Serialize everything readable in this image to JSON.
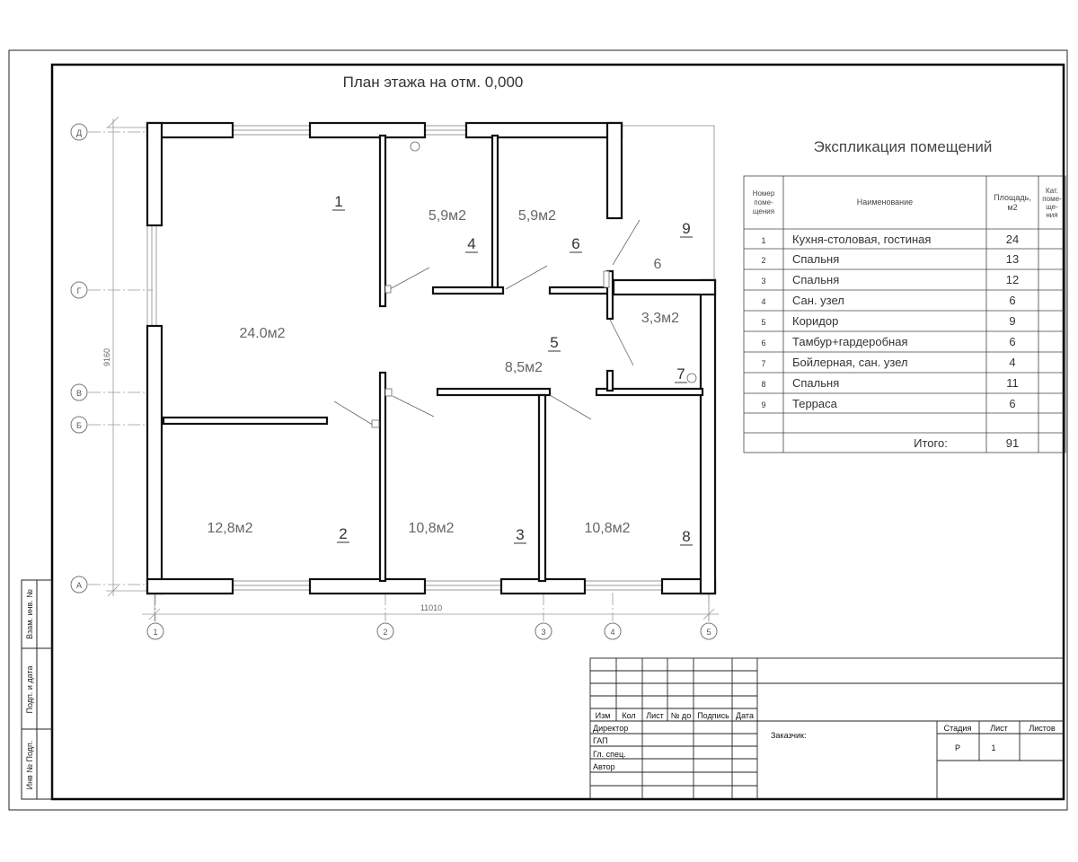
{
  "plan_title": "План этажа на отм. 0,000",
  "axes": {
    "rows": [
      "Д",
      "Г",
      "В",
      "Б",
      "А"
    ],
    "cols": [
      "1",
      "2",
      "3",
      "4",
      "5"
    ]
  },
  "dimensions": {
    "height": "9160",
    "width": "11010"
  },
  "rooms": [
    {
      "number": "1",
      "area": "24.0м2"
    },
    {
      "number": "2",
      "area": "12,8м2"
    },
    {
      "number": "3",
      "area": "10,8м2"
    },
    {
      "number": "4",
      "area": "5,9м2"
    },
    {
      "number": "5",
      "area": "8,5м2"
    },
    {
      "number": "6",
      "area": "5,9м2"
    },
    {
      "number": "7",
      "area": "3,3м2"
    },
    {
      "number": "8",
      "area": "10,8м2"
    },
    {
      "number": "9",
      "area": "6"
    }
  ],
  "explication": {
    "title": "Экспликация помещений",
    "headers": {
      "num": "Номер поме-щения",
      "name": "Наименование",
      "area": "Площадь, м2",
      "cat": "Кат. поме-ще-ния"
    },
    "rows": [
      {
        "num": "1",
        "name": "Кухня-столовая, гостиная",
        "area": "24"
      },
      {
        "num": "2",
        "name": "Спальня",
        "area": "13"
      },
      {
        "num": "3",
        "name": "Спальня",
        "area": "12"
      },
      {
        "num": "4",
        "name": "Сан. узел",
        "area": "6"
      },
      {
        "num": "5",
        "name": "Коридор",
        "area": "9"
      },
      {
        "num": "6",
        "name": "Тамбур+гардеробная",
        "area": "6"
      },
      {
        "num": "7",
        "name": "Бойлерная, сан. узел",
        "area": "4"
      },
      {
        "num": "8",
        "name": "Спальня",
        "area": "11"
      },
      {
        "num": "9",
        "name": "Терраса",
        "area": "6"
      }
    ],
    "total_label": "Итого:",
    "total_value": "91"
  },
  "stamp": {
    "cols": [
      "Изм",
      "Кол",
      "Лист",
      "№ до",
      "Подпись",
      "Дата"
    ],
    "roles": [
      "Директор",
      "ГАП",
      "Гл. спец.",
      "Автор"
    ],
    "customer": "Заказчик:",
    "stage_label": "Стадия",
    "sheet_label": "Лист",
    "sheets_label": "Листов",
    "stage": "Р",
    "sheet": "1"
  },
  "side_labels": [
    "Взам. инв. №",
    "Подп. и дата",
    "Инв № Подп."
  ],
  "colors": {
    "wall": "#111111",
    "line": "#333333",
    "text": "#555555",
    "dim": "#888888"
  }
}
